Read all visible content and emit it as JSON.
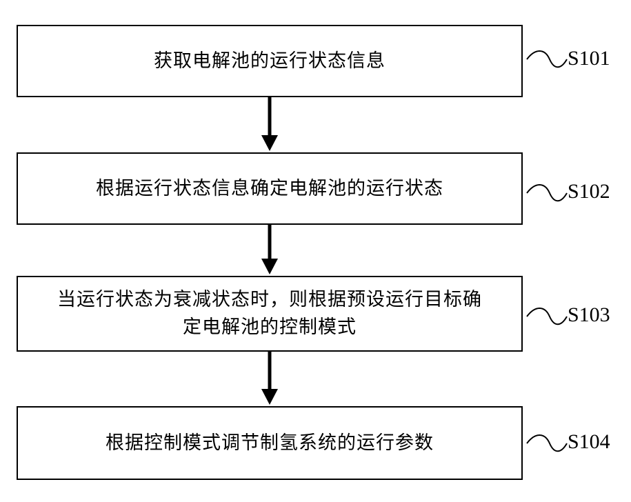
{
  "steps": [
    {
      "id": "S101",
      "text": "获取电解池的运行状态信息"
    },
    {
      "id": "S102",
      "text": "根据运行状态信息确定电解池的运行状态"
    },
    {
      "id": "S103",
      "text": "当运行状态为衰减状态时，则根据预设运行目标确定电解池的控制模式"
    },
    {
      "id": "S104",
      "text": "根据控制模式调节制氢系统的运行参数"
    }
  ]
}
